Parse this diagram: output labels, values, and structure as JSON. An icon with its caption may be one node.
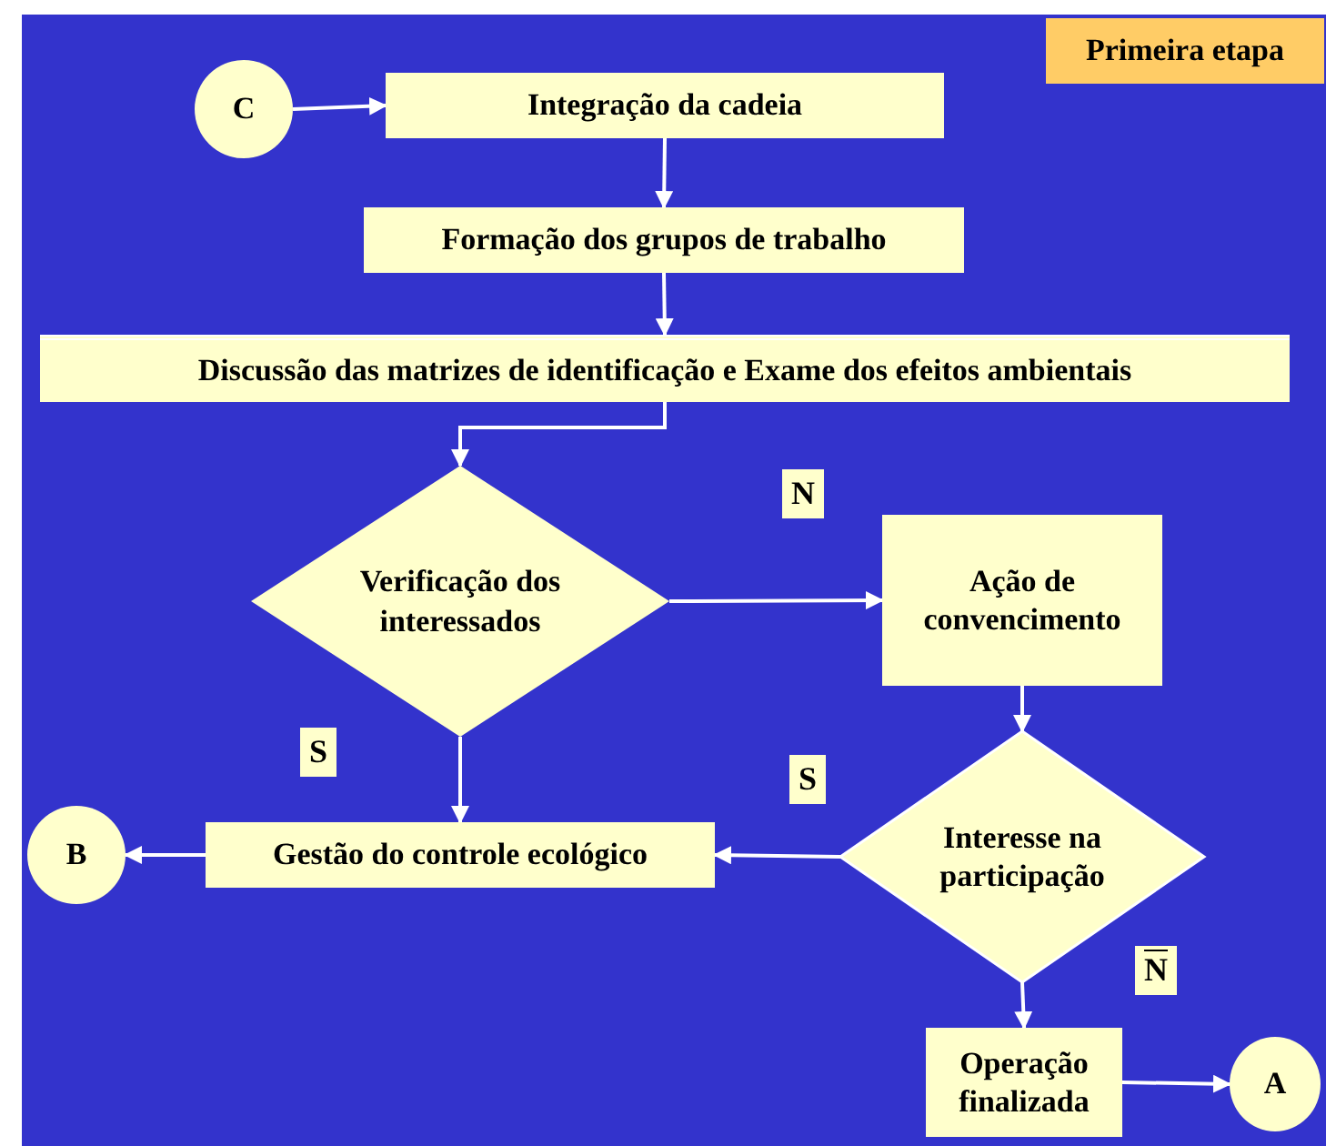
{
  "diagram": {
    "nodes": [
      {
        "text": [
          "Primeira etapa"
        ]
      },
      {
        "text": [
          "C"
        ]
      },
      {
        "text": [
          "Integração da cadeia"
        ]
      },
      {
        "text": [
          "Formação dos grupos de trabalho"
        ]
      },
      {
        "text": [
          "Discussão das matrizes de identificação e Exame dos efeitos ambientais"
        ]
      },
      {
        "text": [
          "Verificação dos interessados"
        ]
      },
      {
        "text": [
          "Ação de convencimento"
        ]
      },
      {
        "text": [
          "Interesse na participação"
        ]
      },
      {
        "text": [
          "Gestão do controle ecológico"
        ]
      },
      {
        "text": [
          "B"
        ]
      },
      {
        "text": [
          "Operação finalizada"
        ]
      },
      {
        "text": [
          "A"
        ]
      }
    ],
    "edges": [
      {
        "from": 1,
        "to": 2,
        "arrow": "to"
      },
      {
        "from": 2,
        "to": 3,
        "arrow": "to"
      },
      {
        "from": 3,
        "to": 4,
        "arrow": "to"
      },
      {
        "from": 4,
        "to": 5,
        "arrow": "to"
      },
      {
        "from": 5,
        "to": 6,
        "arrow": "to"
      },
      {
        "from": 6,
        "to": 7,
        "arrow": "to"
      },
      {
        "from": 7,
        "to": 8,
        "arrow": "to"
      },
      {
        "from": 5,
        "to": 8,
        "arrow": "to"
      },
      {
        "from": 8,
        "to": 9,
        "arrow": "to"
      },
      {
        "from": 7,
        "to": 10,
        "arrow": "to"
      },
      {
        "from": 10,
        "to": 11,
        "arrow": "to"
      }
    ],
    "labels": [
      "N",
      "S",
      "S",
      "N"
    ]
  }
}
